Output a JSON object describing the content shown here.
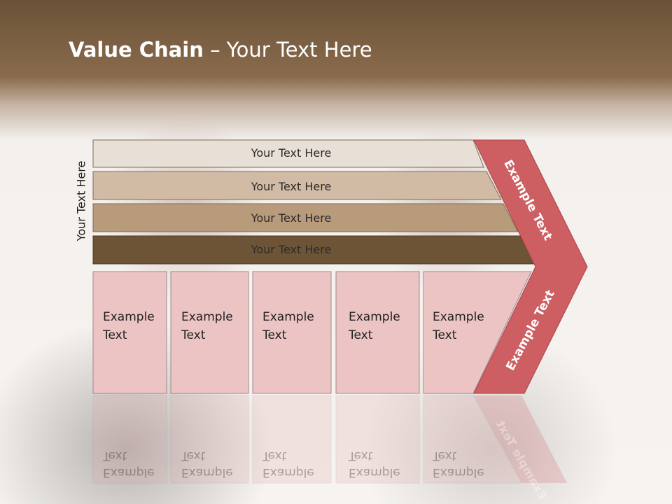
{
  "slide": {
    "title_bold": "Value Chain",
    "title_rest": " – Your Text Here",
    "vertical_label": "Your Text Here"
  },
  "rows": [
    {
      "label": "Your Text Here",
      "color": "#e8e0d6"
    },
    {
      "label": "Your Text Here",
      "color": "#d2bba4"
    },
    {
      "label": "Your Text Here",
      "color": "#b89b7b"
    },
    {
      "label": "Your Text Here",
      "color": "#6e5436"
    }
  ],
  "boxes": [
    {
      "line1": "Example",
      "line2": "Text"
    },
    {
      "line1": "Example",
      "line2": "Text"
    },
    {
      "line1": "Example",
      "line2": "Text"
    },
    {
      "line1": "Example",
      "line2": "Text"
    },
    {
      "line1": "Example",
      "line2": "Text"
    }
  ],
  "chevron": {
    "upper_label": "Example Text",
    "lower_label": "Example Text",
    "color": "#cd5f63"
  },
  "colors": {
    "box_fill": "#ecc4c4",
    "box_stroke": "#9a8a8a"
  }
}
